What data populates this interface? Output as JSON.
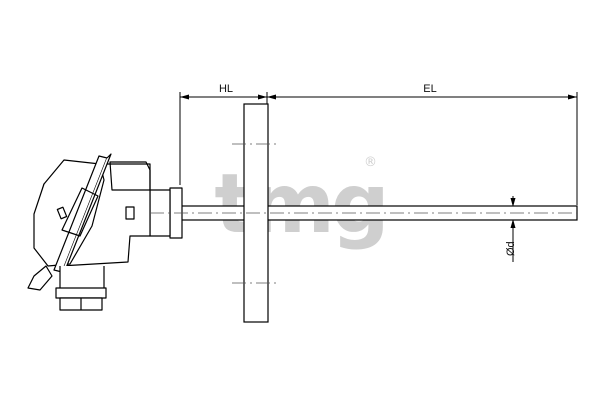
{
  "dimensions": {
    "hl_label": "HL",
    "el_label": "EL",
    "diameter_label": "Ød"
  },
  "watermark": {
    "text": "tmg",
    "mark": "®"
  },
  "colors": {
    "line": "#000000",
    "watermark": "#c8c8c8"
  }
}
